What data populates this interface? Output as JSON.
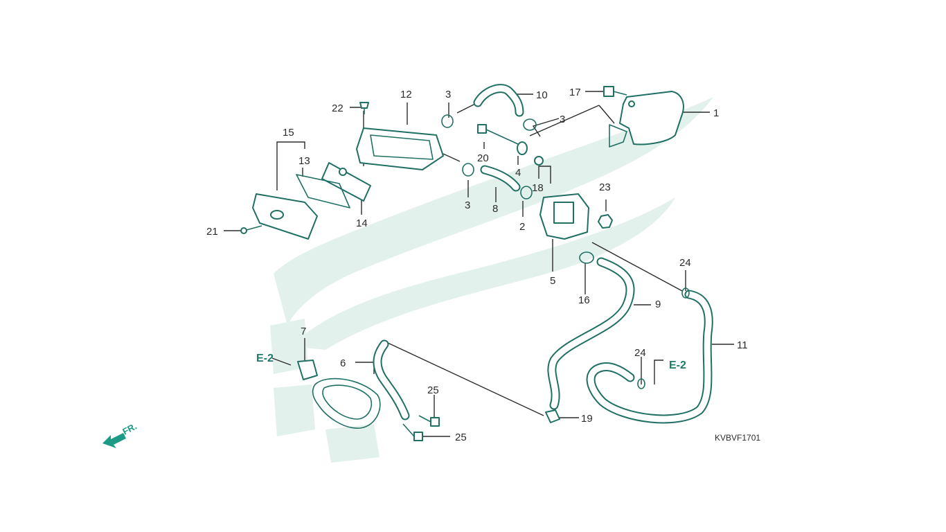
{
  "diagram": {
    "code": "KVBVF1701",
    "direction_label": "FR.",
    "callouts": [
      {
        "key": "c1",
        "text": "1"
      },
      {
        "key": "c2",
        "text": "2"
      },
      {
        "key": "c3a",
        "text": "3"
      },
      {
        "key": "c3b",
        "text": "3"
      },
      {
        "key": "c3c",
        "text": "3"
      },
      {
        "key": "c4",
        "text": "4"
      },
      {
        "key": "c5",
        "text": "5"
      },
      {
        "key": "c6",
        "text": "6"
      },
      {
        "key": "c7",
        "text": "7"
      },
      {
        "key": "c8",
        "text": "8"
      },
      {
        "key": "c9",
        "text": "9"
      },
      {
        "key": "c10",
        "text": "10"
      },
      {
        "key": "c11",
        "text": "11"
      },
      {
        "key": "c12",
        "text": "12"
      },
      {
        "key": "c13",
        "text": "13"
      },
      {
        "key": "c14",
        "text": "14"
      },
      {
        "key": "c15",
        "text": "15"
      },
      {
        "key": "c16",
        "text": "16"
      },
      {
        "key": "c17",
        "text": "17"
      },
      {
        "key": "c18",
        "text": "18"
      },
      {
        "key": "c19",
        "text": "19"
      },
      {
        "key": "c20",
        "text": "20"
      },
      {
        "key": "c21",
        "text": "21"
      },
      {
        "key": "c22",
        "text": "22"
      },
      {
        "key": "c23",
        "text": "23"
      },
      {
        "key": "c24a",
        "text": "24"
      },
      {
        "key": "c24b",
        "text": "24"
      },
      {
        "key": "c25a",
        "text": "25"
      },
      {
        "key": "c25b",
        "text": "25"
      }
    ],
    "references": [
      {
        "key": "e2a",
        "text": "E-2"
      },
      {
        "key": "e2b",
        "text": "E-2"
      }
    ],
    "colors": {
      "line": "#1f6f63",
      "accent": "#1d9a86",
      "watermark": "#e3f1ec",
      "text": "#2a2a2a"
    }
  }
}
